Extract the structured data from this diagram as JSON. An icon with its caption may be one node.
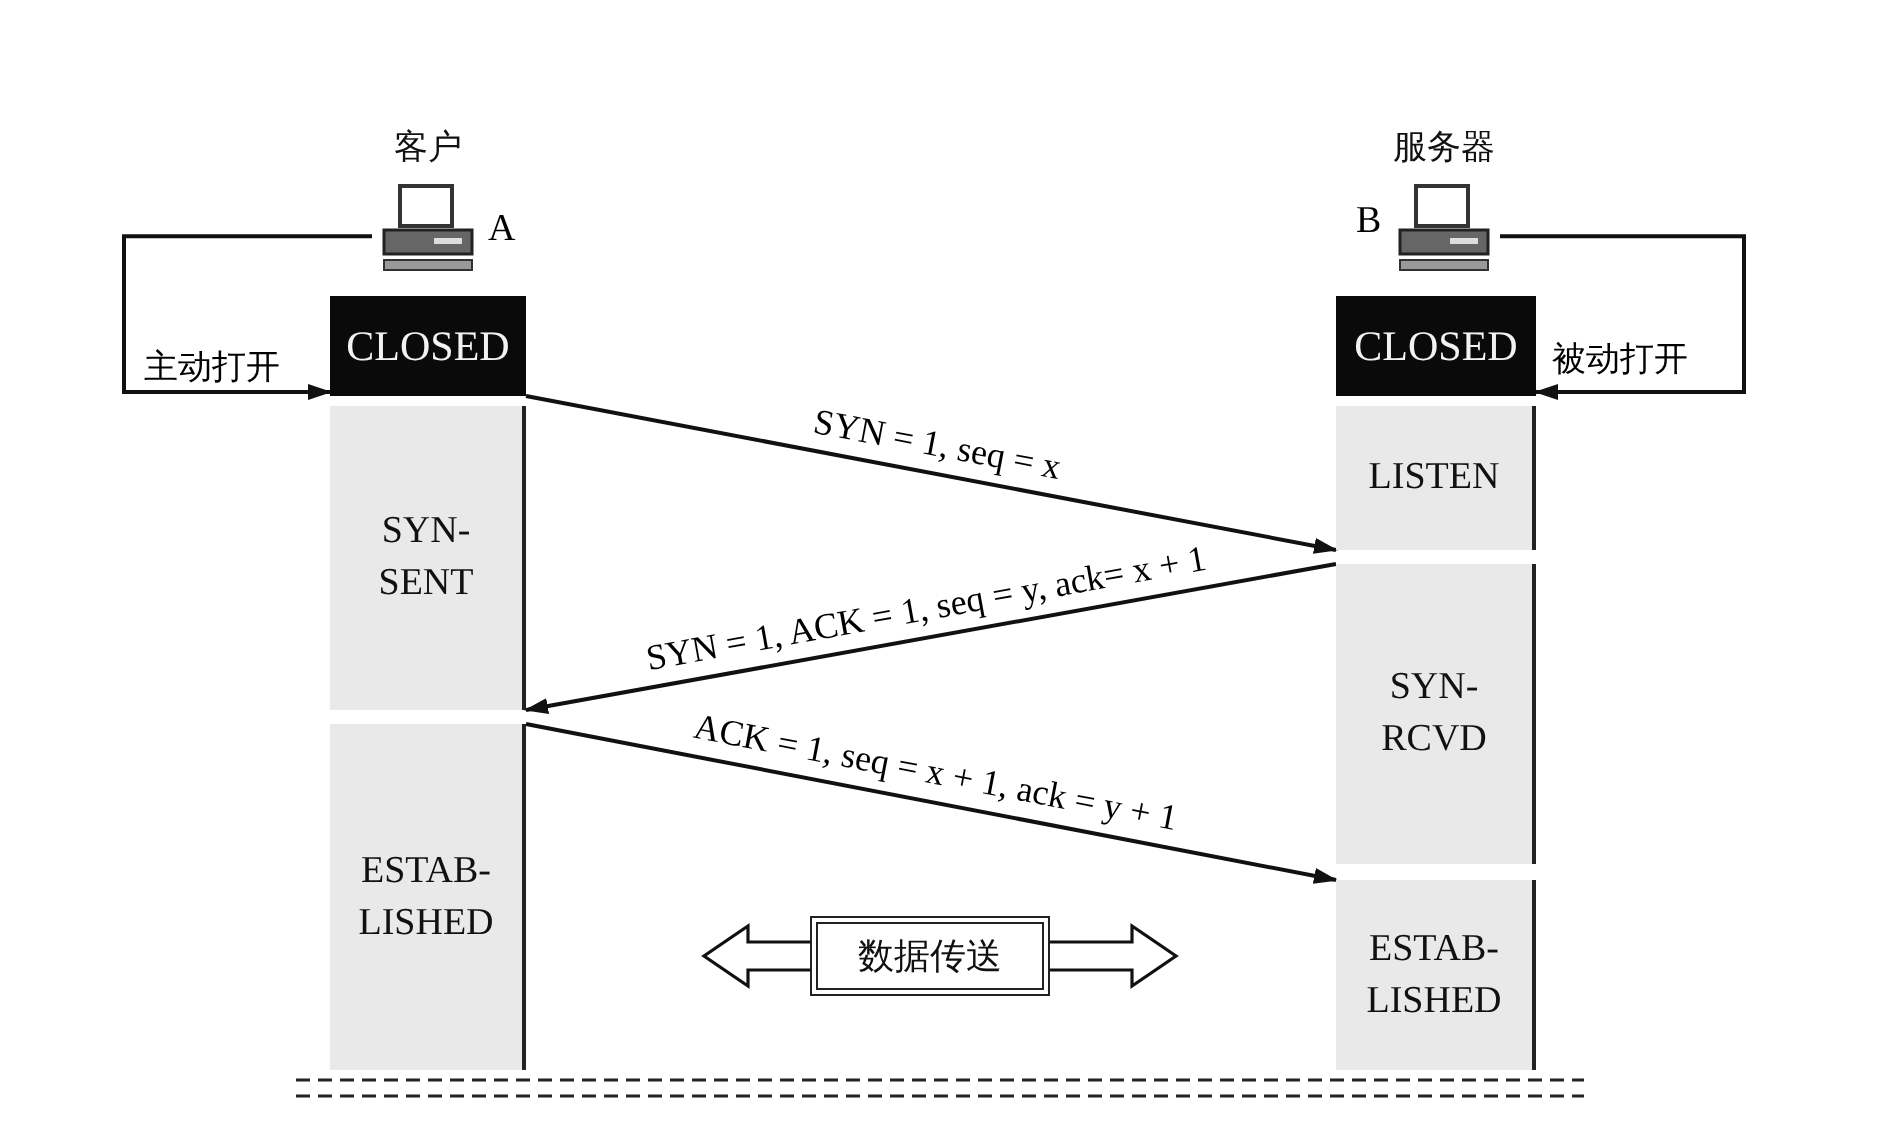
{
  "diagram": {
    "nodes": [
      {
        "text": [
          "客户"
        ],
        "beside": [
          "A"
        ]
      },
      {
        "text": [
          "CLOSED"
        ]
      },
      {
        "text": [
          "SYN- SENT"
        ]
      },
      {
        "text": [
          "ESTAB- LISHED"
        ]
      },
      {
        "text": [
          "服务器"
        ],
        "beside": [
          "B"
        ]
      },
      {
        "text": [
          "CLOSED"
        ]
      },
      {
        "text": [
          "LISTEN"
        ]
      },
      {
        "text": [
          "SYN- RCVD"
        ]
      },
      {
        "text": [
          "ESTAB- LISHED"
        ]
      },
      {
        "text": [
          "数据传送"
        ]
      }
    ],
    "edges": [
      {
        "from": 0,
        "to": 1,
        "arrow": "to",
        "label": "主动打开"
      },
      {
        "from": 4,
        "to": 5,
        "arrow": "to",
        "label": "被动打开"
      },
      {
        "from": 1,
        "to": 6,
        "arrow": "to",
        "label": "SYN = 1, seq = x"
      },
      {
        "from": 7,
        "to": 2,
        "arrow": "to",
        "label": "SYN = 1, ACK = 1, seq = y, ack= x + 1"
      },
      {
        "from": 3,
        "to": 8,
        "arrow": "to",
        "label": "ACK = 1, seq = x + 1, ack = y + 1"
      },
      {
        "from": 9,
        "to": null,
        "arrow": "to",
        "style": "thick"
      },
      {
        "from": 9,
        "to": null,
        "arrow": "to",
        "style": "thick"
      }
    ]
  }
}
